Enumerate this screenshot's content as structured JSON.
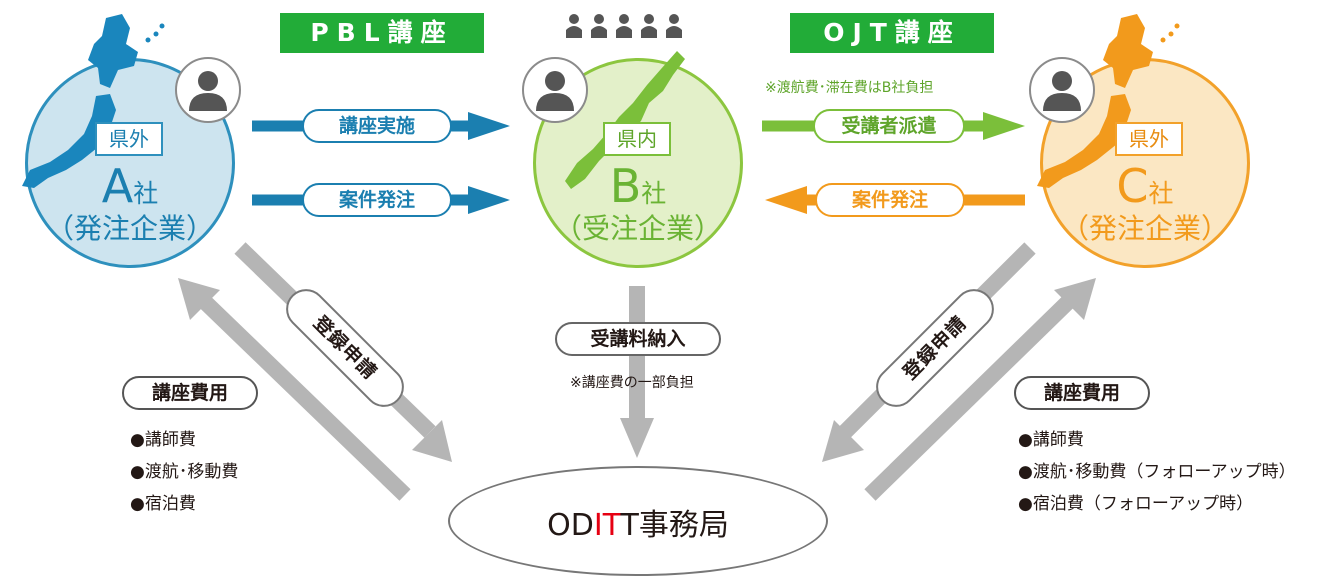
{
  "banners": {
    "pbl": "PBL講座",
    "ojt": "OJT講座"
  },
  "companies": {
    "a": {
      "pref": "県外",
      "letter": "A",
      "suffix": "社",
      "role": "（発注企業）"
    },
    "b": {
      "pref": "県内",
      "letter": "B",
      "suffix": "社",
      "role": "（受注企業）"
    },
    "c": {
      "pref": "県外",
      "letter": "C",
      "suffix": "社",
      "role": "（発注企業）"
    }
  },
  "flows": {
    "a_to_b_lecture": "講座実施",
    "a_to_b_order": "案件発注",
    "b_to_c_dispatch": "受講者派遣",
    "c_to_b_order": "案件発注",
    "ojt_note": "※渡航費･滞在費はB社負担",
    "a_register": "登録申請",
    "c_register": "登録申請",
    "b_payment": "受講料納入",
    "b_payment_note": "※講座費の一部負担"
  },
  "costs_left": {
    "title": "講座費用",
    "items": [
      "●講師費",
      "●渡航･移動費",
      "●宿泊費"
    ]
  },
  "costs_right": {
    "title": "講座費用",
    "items": [
      "●講師費",
      "●渡航･移動費（フォローアップ時）",
      "●宿泊費（フォローアップ時）"
    ]
  },
  "office": {
    "part1": "OD",
    "part2": "IT",
    "part3": "T事務局"
  },
  "colors": {
    "blue": "#2e90bd",
    "green": "#8cc63f",
    "orange": "#f2a12a",
    "banner_green": "#22ac38",
    "gray_arrow": "#b5b5b5",
    "red": "#e60012"
  }
}
